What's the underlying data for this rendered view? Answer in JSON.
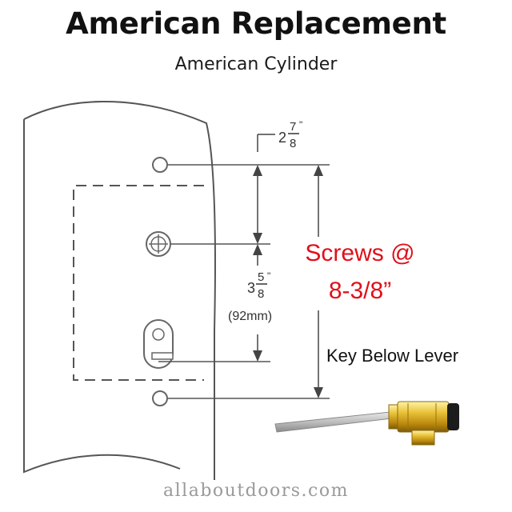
{
  "header": {
    "title": "American Replacement",
    "subtitle": "American Cylinder"
  },
  "dimensions": {
    "top_whole": "2",
    "top_num": "7",
    "top_den": "8",
    "top_unit": "\"",
    "mid_whole": "3",
    "mid_num": "5",
    "mid_den": "8",
    "mid_unit": "\"",
    "mid_metric": "(92mm)"
  },
  "callouts": {
    "screws_line1": "Screws @",
    "screws_line2": "8-3/8”",
    "screws_color": "#e0101a",
    "key_position": "Key Below Lever"
  },
  "footer": {
    "watermark": "allaboutdoors.com"
  }
}
